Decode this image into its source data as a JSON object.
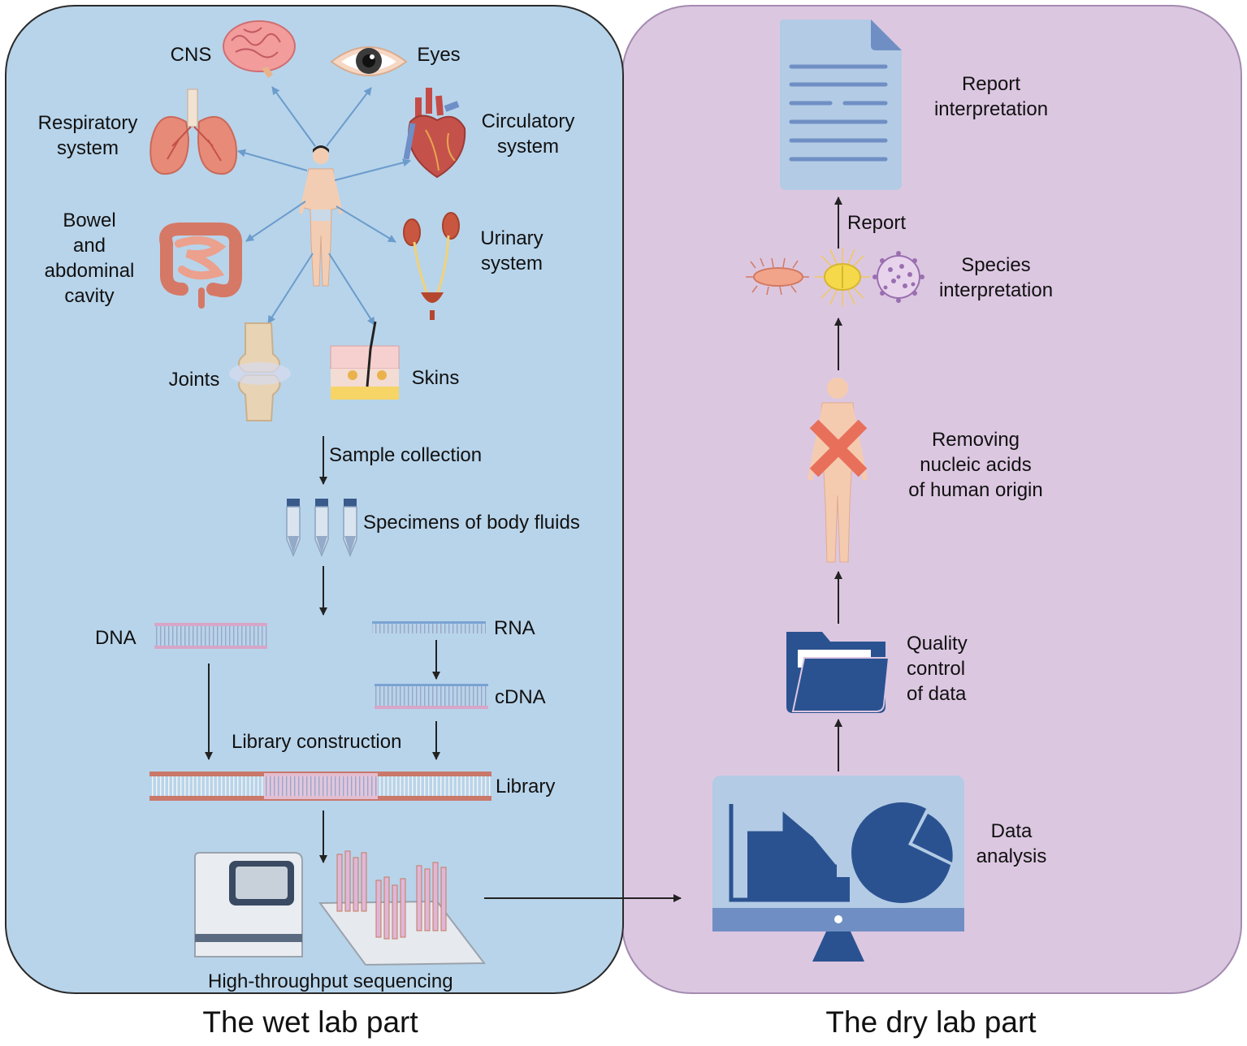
{
  "wet": {
    "caption": "The wet lab part",
    "organs": {
      "cns": "CNS",
      "eyes": "Eyes",
      "respiratory": "Respiratory\nsystem",
      "circulatory": "Circulatory\nsystem",
      "bowel": "Bowel\nand\nabdominal\ncavity",
      "urinary": "Urinary\nsystem",
      "joints": "Joints",
      "skins": "Skins"
    },
    "steps": {
      "sample_collection": "Sample collection",
      "specimens": "Specimens of body fluids",
      "dna": "DNA",
      "rna": "RNA",
      "cdna": "cDNA",
      "library_construction": "Library construction",
      "library": "Library",
      "sequencing": "High-throughput sequencing"
    }
  },
  "dry": {
    "caption": "The dry lab part",
    "steps": {
      "data_analysis": "Data\nanalysis",
      "quality_control": "Quality\ncontrol\nof data",
      "removing_human": "Removing\nnucleic acids\nof human origin",
      "species": "Species\ninterpretation",
      "report": "Report",
      "report_interpretation": "Report\ninterpretation"
    }
  },
  "colors": {
    "wet_panel": "#b8d4ea",
    "dry_panel": "#dcc7e1",
    "dry_icon": "#2b5290",
    "dry_icon_light": "#b3cbe5",
    "arrow": "#222222",
    "organ_arrow": "#6b9ccc"
  }
}
